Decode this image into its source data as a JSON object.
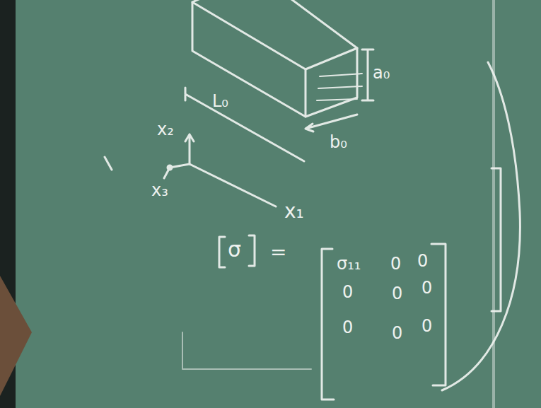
{
  "diagram": {
    "labels": [
      "a₀",
      "b₀",
      "L₀",
      "x₂",
      "x₃",
      "x₁",
      "σ",
      "=",
      "σ₁₁",
      "0",
      "0",
      "0",
      "0",
      "0",
      "0",
      "0",
      "0"
    ]
  }
}
